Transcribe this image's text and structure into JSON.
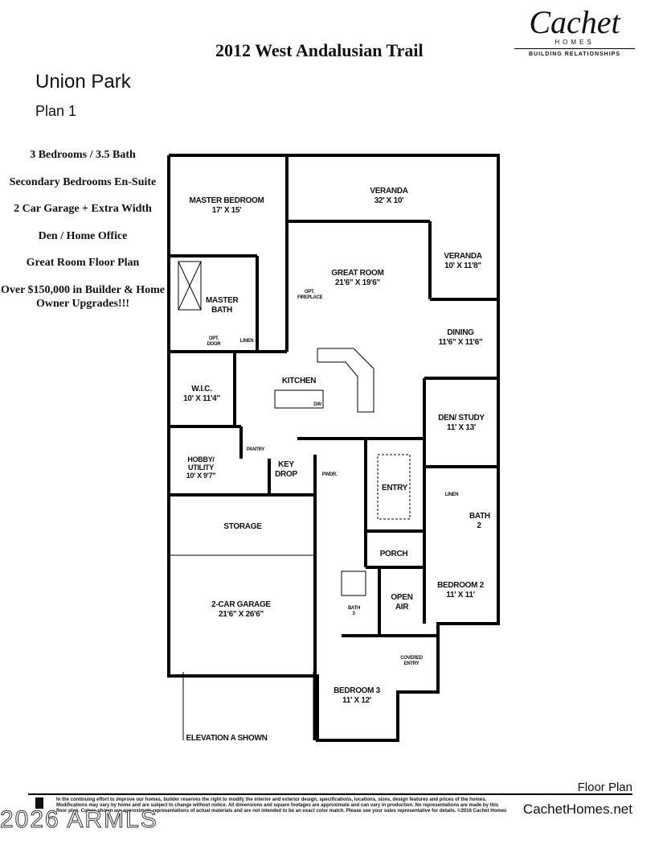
{
  "header": {
    "title": "2012 West Andalusian Trail",
    "logo_name": "Cachet",
    "logo_sub": "HOMES",
    "logo_tagline": "BUILDING RELATIONSHIPS"
  },
  "community": "Union Park",
  "plan": "Plan 1",
  "features": [
    "3 Bedrooms / 3.5 Bath",
    "Secondary Bedrooms En-Suite",
    "2 Car Garage + Extra Width",
    "Den / Home Office",
    "Great Room Floor Plan",
    "Over $150,000 in Builder & Home Owner Upgrades!!!"
  ],
  "rooms": {
    "master_bedroom": {
      "name": "MASTER BEDROOM",
      "size": "17' X 15'"
    },
    "veranda_main": {
      "name": "VERANDA",
      "size": "32' X 10'"
    },
    "veranda_side": {
      "name": "VERANDA",
      "size": "10' X 11'8\""
    },
    "great_room": {
      "name": "GREAT ROOM",
      "size": "21'6\" X 19'6\""
    },
    "fireplace": "OPT. FIREPLACE",
    "master_bath": "MASTER BATH",
    "opt_door": "OPT. DOOR",
    "linen": "LINEN",
    "dining": {
      "name": "DINING",
      "size": "11'6\" X 11'6\""
    },
    "kitchen": "KITCHEN",
    "dw": "DW",
    "wic": {
      "name": "W.I.C.",
      "size": "10' X 11'4\""
    },
    "den": {
      "name": "DEN/ STUDY",
      "size": "11' X 13'"
    },
    "pantry": "PANTRY",
    "hobby": {
      "name": "HOBBY/ UTILITY",
      "size": "10' X 9'7\""
    },
    "key_drop": "KEY DROP",
    "pwdr": "PWDR.",
    "entry": "ENTRY",
    "bath2": "BATH 2",
    "linen2": "LINEN",
    "storage": "STORAGE",
    "porch": "PORCH",
    "bedroom2": {
      "name": "BEDROOM 2",
      "size": "11' X 11'"
    },
    "garage": {
      "name": "2-CAR GARAGE",
      "size": "21'6\" X 26'6\""
    },
    "open_air": "OPEN AIR",
    "bath3": "BATH 3",
    "covered_entry": "COVERED ENTRY",
    "bedroom3": {
      "name": "BEDROOM 3",
      "size": "11' X 12'"
    },
    "elevation": "ELEVATION A SHOWN"
  },
  "footer": {
    "label": "Floor Plan",
    "website": "CachetHomes.net",
    "disclaimer": "In the continuing effort to improve our homes, builder reserves the right to modify the interior and exterior design, specifications, locations, sizes, design features and prices of the homes. Modifications may vary by home and are subject to change without notice. All dimensions and square footages are approximate and can vary in production. No representations are made by this floor plan. Colors shown are approximate representations of actual materials and are not intended to be an exact color match. Please see your sales representative for details. ©2016 Cachet Homes",
    "watermark": "2026 ARMLS"
  }
}
